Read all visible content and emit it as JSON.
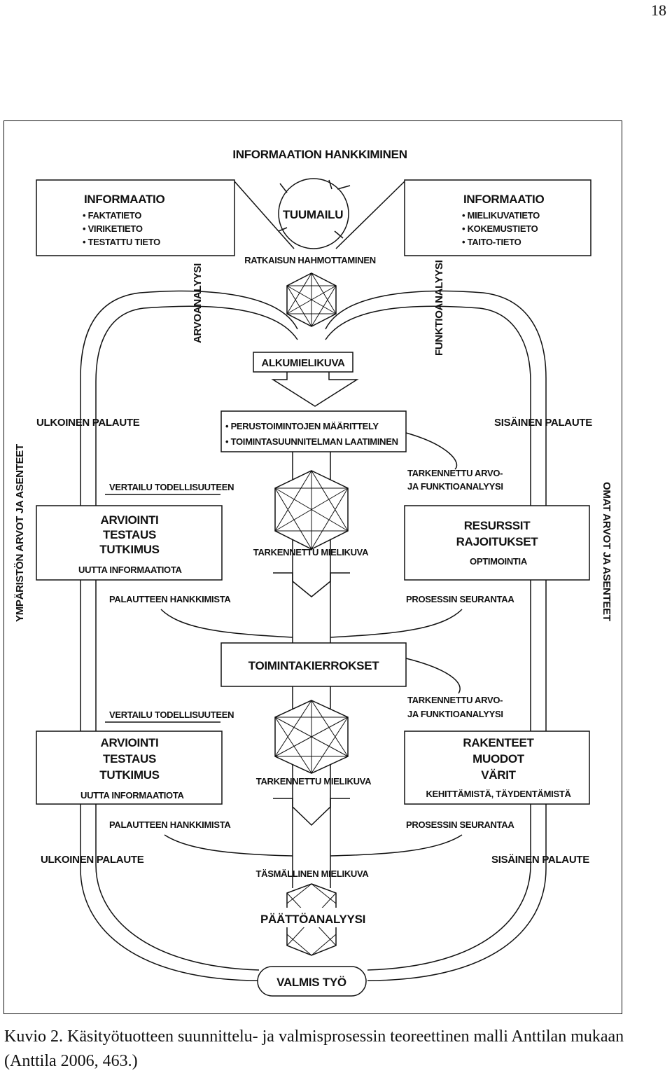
{
  "page_number": "18",
  "diagram": {
    "title": "INFORMAATION HANKKIMINEN",
    "info_left": {
      "heading": "INFORMAATIO",
      "items": [
        "• FAKTATIETO",
        "• VIRIKETIETO",
        "• TESTATTU TIETO"
      ]
    },
    "info_right": {
      "heading": "INFORMAATIO",
      "items": [
        "• MIELIKUVATIETO",
        "• KOKEMUSTIETO",
        "• TAITO-TIETO"
      ]
    },
    "tuumailu": "TUUMAILU",
    "ratkaisu": "RATKAISUN HAHMOTTAMINEN",
    "arvoanalyysi": "ARVOANALYYSI",
    "funktioanalyysi": "FUNKTIOANALYYSI",
    "alkumielikuva": "ALKUMIELIKUVA",
    "ulkoinen_palaute": "ULKOINEN PALAUTE",
    "sisainen_palaute": "SISÄINEN PALAUTE",
    "perustoiminnot": [
      "• PERUSTOIMINTOJEN MÄÄRITTELY",
      "• TOIMINTASUUNNITELMAN LAATIMINEN"
    ],
    "ymparisto": "YMPÄRISTÖN ARVOT JA ASENTEET",
    "omat": "OMAT ARVOT JA ASENTEET",
    "vertailu": "VERTAILU TODELLISUUTEEN",
    "arviointi": [
      "ARVIOINTI",
      "TESTAUS",
      "TUTKIMUS"
    ],
    "uutta": "UUTTA INFORMAATIOTA",
    "palautteen": "PALAUTTEEN HANKKIMISTA",
    "tarkennettu_arvo": [
      "TARKENNETTU ARVO-",
      "JA FUNKTIOANALYYSI"
    ],
    "resurssit": [
      "RESURSSIT",
      "RAJOITUKSET"
    ],
    "optimointia": "OPTIMOINTIA",
    "prosessin": "PROSESSIN SEURANTAA",
    "tarkennettu_mielikuva": "TARKENNETTU MIELIKUVA",
    "toimintakierrokset": "TOIMINTAKIERROKSET",
    "rakenteet": [
      "RAKENTEET",
      "MUODOT",
      "VÄRIT"
    ],
    "kehittamista": "KEHITTÄMISTÄ, TÄYDENTÄMISTÄ",
    "tasmallinen": "TÄSMÄLLINEN MIELIKUVA",
    "paattoanalyysi": "PÄÄTTÖANALYYSI",
    "valmis": "VALMIS TYÖ"
  },
  "caption": "Kuvio 2. Käsityötuotteen suunnittelu- ja valmisprosessin teoreettinen malli Anttilan mukaan (Anttila 2006, 463.)"
}
